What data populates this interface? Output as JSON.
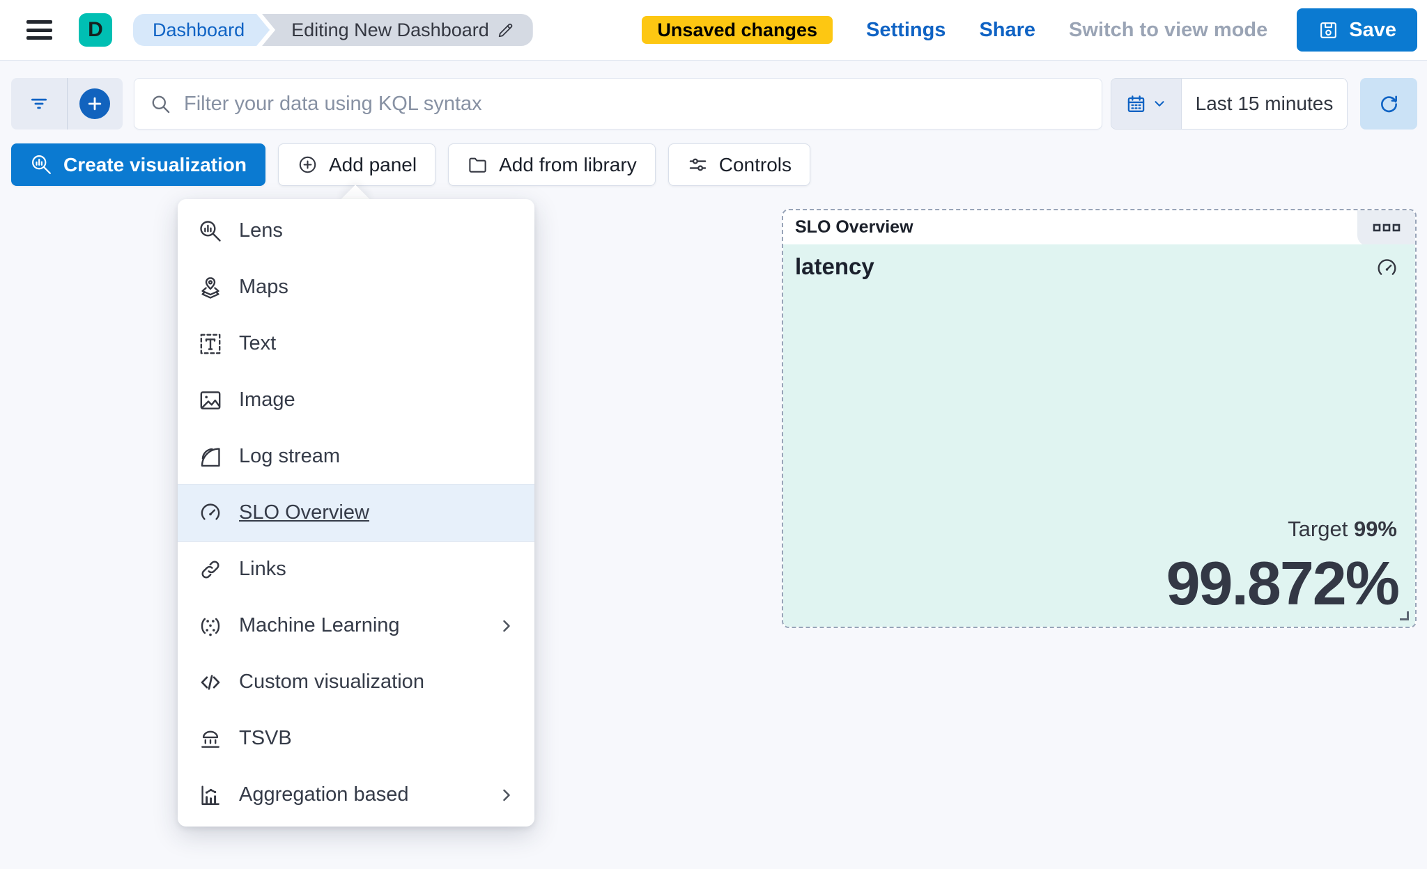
{
  "header": {
    "logo_letter": "D",
    "breadcrumbs": [
      {
        "label": "Dashboard"
      },
      {
        "label": "Editing New Dashboard"
      }
    ],
    "unsaved_badge": "Unsaved changes",
    "settings_label": "Settings",
    "share_label": "Share",
    "view_mode_label": "Switch to view mode",
    "save_label": "Save"
  },
  "query_bar": {
    "search_placeholder": "Filter your data using KQL syntax",
    "time_range": "Last 15 minutes"
  },
  "toolbar": {
    "create_visualization": "Create visualization",
    "add_panel": "Add panel",
    "add_from_library": "Add from library",
    "controls": "Controls"
  },
  "add_panel_menu": {
    "items": [
      {
        "label": "Lens",
        "icon": "lens-icon",
        "highlighted": false,
        "submenu": false
      },
      {
        "label": "Maps",
        "icon": "maps-icon",
        "highlighted": false,
        "submenu": false
      },
      {
        "label": "Text",
        "icon": "text-icon",
        "highlighted": false,
        "submenu": false
      },
      {
        "label": "Image",
        "icon": "image-icon",
        "highlighted": false,
        "submenu": false
      },
      {
        "label": "Log stream",
        "icon": "log-stream-icon",
        "highlighted": false,
        "submenu": false
      },
      {
        "label": "SLO Overview",
        "icon": "gauge-icon",
        "highlighted": true,
        "submenu": false
      },
      {
        "label": "Links",
        "icon": "link-icon",
        "highlighted": false,
        "submenu": false
      },
      {
        "label": "Machine Learning",
        "icon": "machine-learning-icon",
        "highlighted": false,
        "submenu": true
      },
      {
        "label": "Custom visualization",
        "icon": "code-icon",
        "highlighted": false,
        "submenu": false
      },
      {
        "label": "TSVB",
        "icon": "tsvb-icon",
        "highlighted": false,
        "submenu": false
      },
      {
        "label": "Aggregation based",
        "icon": "aggregation-icon",
        "highlighted": false,
        "submenu": true
      }
    ]
  },
  "slo_panel": {
    "title": "SLO Overview",
    "metric_name": "latency",
    "target_label": "Target",
    "target_value": "99%",
    "value": "99.872%"
  },
  "colors": {
    "primary_blue": "#0b7ad1",
    "link_blue": "#0f63c4",
    "warning_yellow": "#fdc712",
    "logo_teal": "#00bfb3",
    "panel_body_teal": "#e0f4f1"
  }
}
